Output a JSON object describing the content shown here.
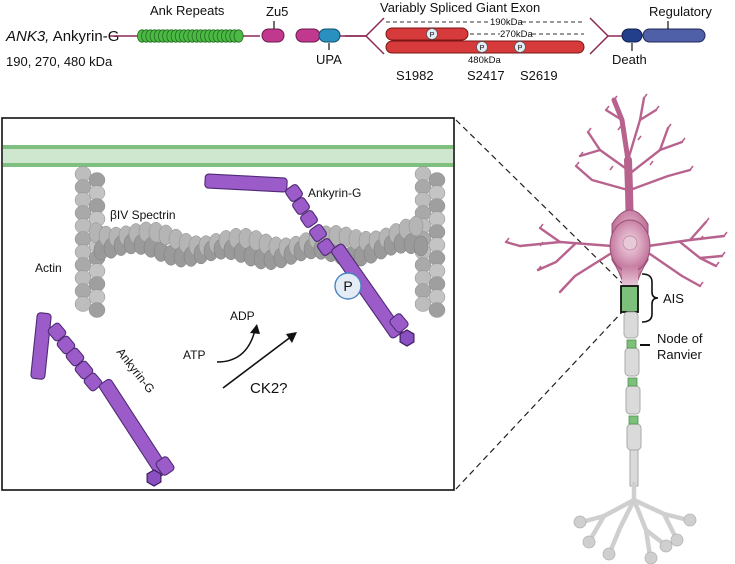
{
  "header": {
    "gene_italic": "ANK3,",
    "gene_name": " Ankyrin-G",
    "sizes": "190, 270, 480 kDa"
  },
  "domains": {
    "ank_repeats": "Ank Repeats",
    "zu5": "Zu5",
    "upa": "UPA",
    "giant_exon": "Variably Spliced Giant Exon",
    "kda190": "190kDa",
    "kda270": "270kDa",
    "kda480": "480kDa",
    "phospho_letter": "P",
    "sites": [
      "S1982",
      "S2417",
      "S2619"
    ],
    "regulatory": "Regulatory",
    "death": "Death"
  },
  "inset": {
    "spectrin": "βIV Spectrin",
    "actin": "Actin",
    "ankyrin_upper": "Ankyrin-G",
    "ankyrin_lower": "Ankyrin-G",
    "phospho_letter": "P",
    "adp": "ADP",
    "atp": "ATP",
    "kinase": "CK2?"
  },
  "neuron": {
    "ais": "AIS",
    "node_line1": "Node of",
    "node_line2": "Ranvier"
  },
  "colors": {
    "ank_green": "#3fae3b",
    "zu5_magenta": "#c0398e",
    "upa_blue": "#2a90c0",
    "exon_red": "#d63a3a",
    "death_navy": "#223f8c",
    "regulatory_blue": "#4f5fa8",
    "ankyrin_purple": "#9b5bc9",
    "membrane_green": "#7fbf7f",
    "neuron_pink": "#b8628e",
    "axon_gray": "#d9d9d9"
  }
}
